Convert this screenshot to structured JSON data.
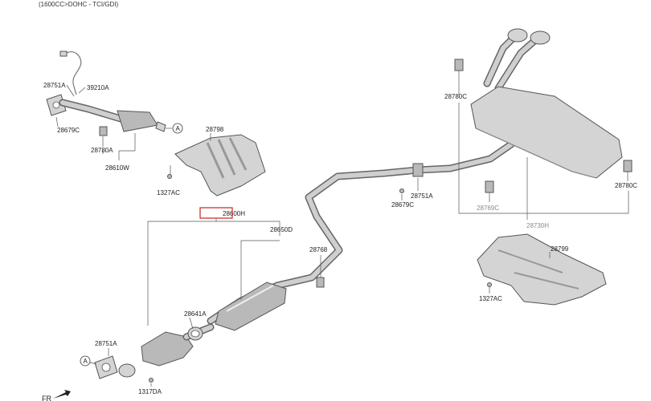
{
  "header": {
    "spec": "(1600CC>DOHC - TCI/GDI)"
  },
  "labels": {
    "p28751A_top": "28751A",
    "p39210A": "39210A",
    "p28679C_top": "28679C",
    "p28780A": "28780A",
    "p28610W": "28610W",
    "p28798": "28798",
    "p1327AC_left": "1327AC",
    "p28600H": "28600H",
    "p28650D": "28650D",
    "p28768": "28768",
    "p28641A": "28641A",
    "p28751A_bottom": "28751A",
    "p1317DA": "1317DA",
    "p28751A_mid": "28751A",
    "p28679C_mid": "28679C",
    "p28780C_left": "28780C",
    "p28780C_right": "28780C",
    "p28769C": "28769C",
    "p28730H": "28730H",
    "p28799": "28799",
    "p1327AC_right": "1327AC",
    "ref_a_top": "A",
    "ref_a_bottom": "A",
    "fr": "FR"
  },
  "colors": {
    "highlight": "#cc2222",
    "part_fill": "#d4d4d4",
    "line": "#555555"
  }
}
